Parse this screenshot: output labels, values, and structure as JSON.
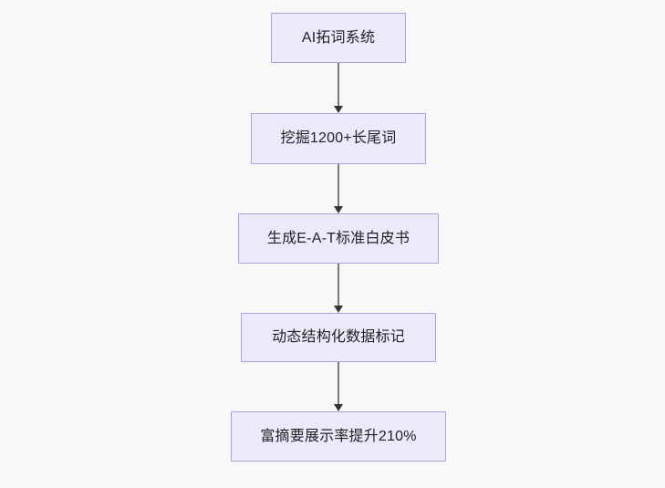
{
  "diagram": {
    "type": "flowchart",
    "direction": "top-to-bottom",
    "background_color": "#f8f8f8",
    "node_fill_color": "#ece9fc",
    "node_border_color": "#b39ddb",
    "node_text_color": "#1f2020",
    "edge_color": "#7a7a7a",
    "arrowhead_color": "#333333",
    "nodes": [
      {
        "id": "n1",
        "label": "AI拓词系统"
      },
      {
        "id": "n2",
        "label": "挖掘1200+长尾词"
      },
      {
        "id": "n3",
        "label": "生成E-A-T标准白皮书"
      },
      {
        "id": "n4",
        "label": "动态结构化数据标记"
      },
      {
        "id": "n5",
        "label": "富摘要展示率提升210%"
      }
    ],
    "edges": [
      {
        "from": "n1",
        "to": "n2"
      },
      {
        "from": "n2",
        "to": "n3"
      },
      {
        "from": "n3",
        "to": "n4"
      },
      {
        "from": "n4",
        "to": "n5"
      }
    ]
  }
}
